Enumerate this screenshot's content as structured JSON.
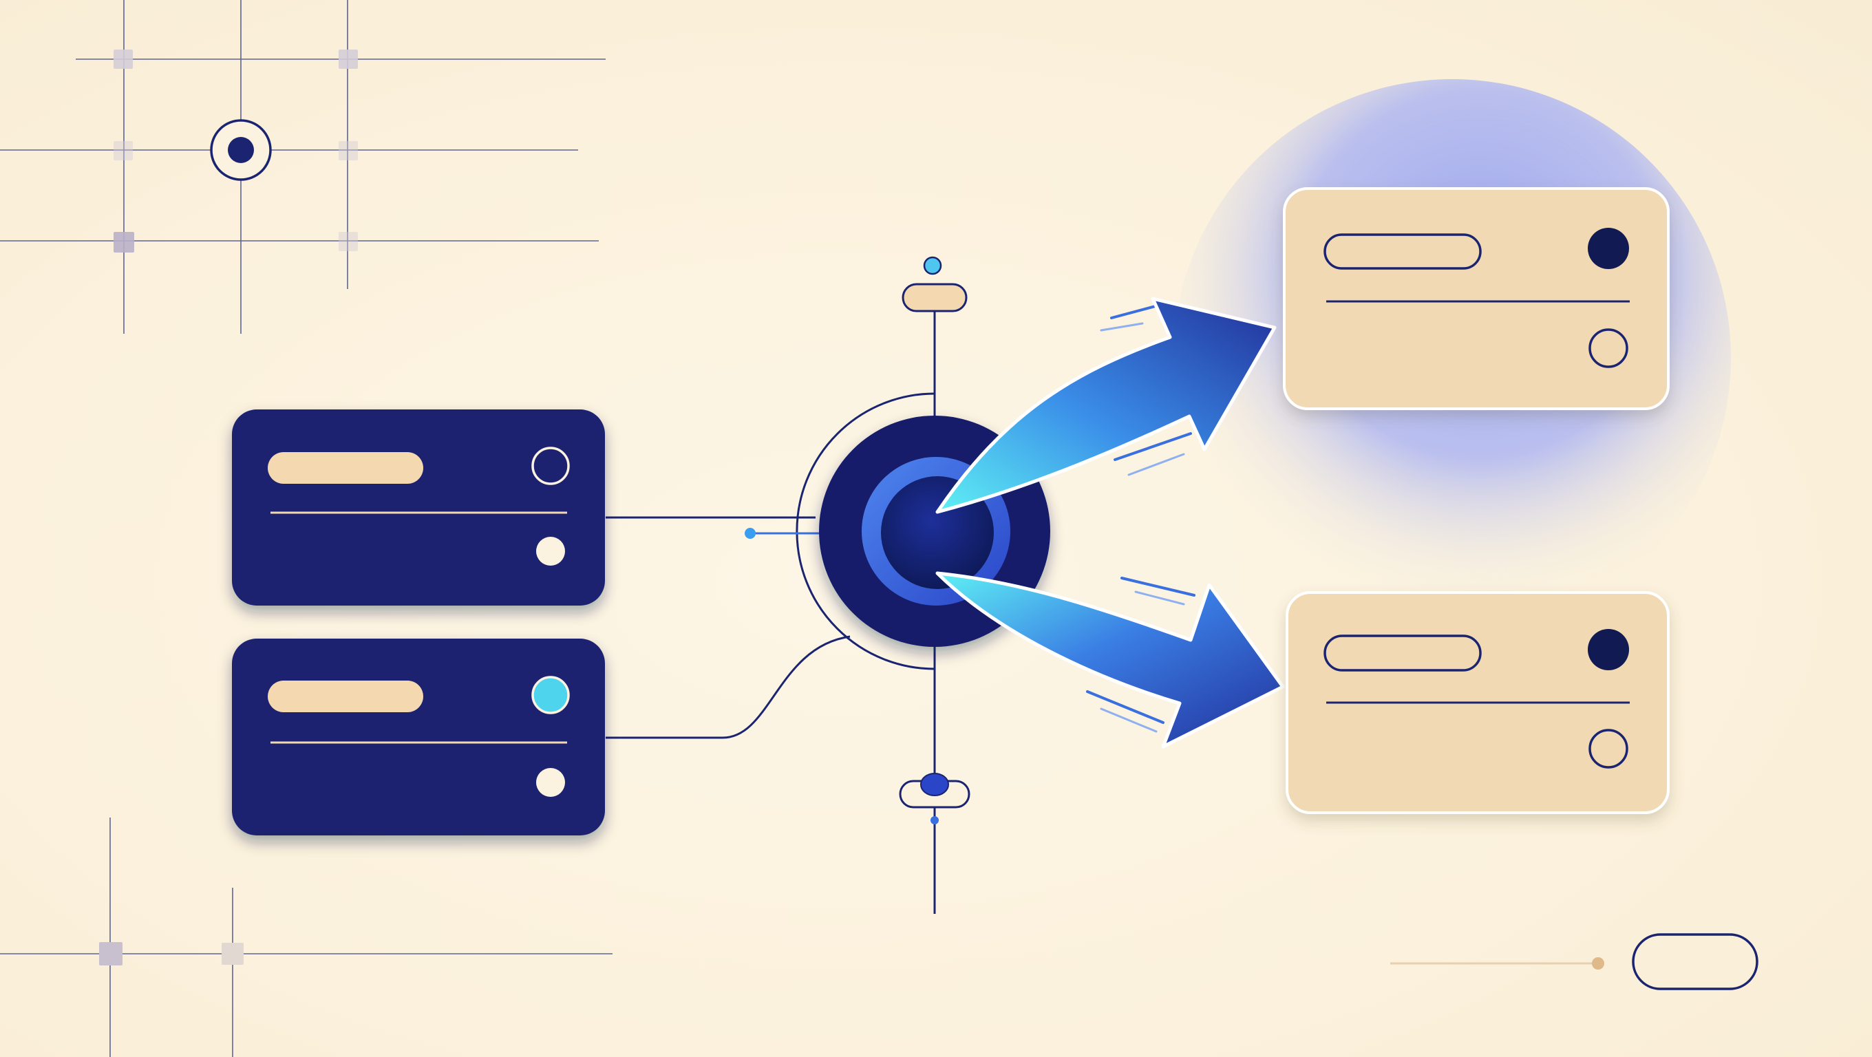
{
  "colors": {
    "background": "#fbf3e0",
    "navy": "#1b2470",
    "navy_dark": "#0f1a5a",
    "grid_line": "#2a3579",
    "cream_pill": "#f4d9b0",
    "tan_card": "#f1d9b3",
    "cyan_accent": "#4fd4ee",
    "blue_accent": "#3a6fe0",
    "halo": "#9aa5ef",
    "gold_dot": "#e0b98b"
  },
  "diagram": {
    "inputs": [
      {
        "name": "input-card-top",
        "indicator_top": "ring",
        "indicator_bottom": "filled-white"
      },
      {
        "name": "input-card-bottom",
        "indicator_top": "filled-cyan",
        "indicator_bottom": "filled-white"
      }
    ],
    "hub": {
      "name": "central-hub"
    },
    "outputs": [
      {
        "name": "output-card-top",
        "indicator_top": "filled-navy",
        "indicator_bottom": "ring",
        "highlighted": true
      },
      {
        "name": "output-card-bottom",
        "indicator_top": "filled-navy",
        "indicator_bottom": "ring",
        "highlighted": false
      }
    ],
    "arrows": [
      {
        "name": "arrow-to-top-output",
        "from": "central-hub",
        "to": "output-card-top"
      },
      {
        "name": "arrow-to-bottom-output",
        "from": "central-hub",
        "to": "output-card-bottom"
      }
    ]
  }
}
